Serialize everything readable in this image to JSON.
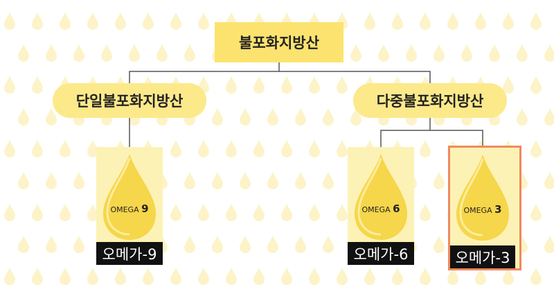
{
  "root": {
    "label": "불포화지방산"
  },
  "branches": [
    {
      "label": "단일불포화지방산"
    },
    {
      "label": "다중불포화지방산"
    }
  ],
  "cards": [
    {
      "badge_word": "OMEGA",
      "badge_num": "9",
      "caption": "오메가-9",
      "highlighted": false
    },
    {
      "badge_word": "OMEGA",
      "badge_num": "6",
      "caption": "오메가-6",
      "highlighted": false
    },
    {
      "badge_word": "OMEGA",
      "badge_num": "3",
      "caption": "오메가-3",
      "highlighted": true
    }
  ],
  "colors": {
    "root_fill": "#fce36f",
    "pill_fill": "#fce98a",
    "card_fill": "#fdf2b5",
    "drop_fill": "#f6d64a",
    "highlight_border": "#f08a5e",
    "connector": "#555555",
    "bg_drop": "#fdf3c8"
  }
}
